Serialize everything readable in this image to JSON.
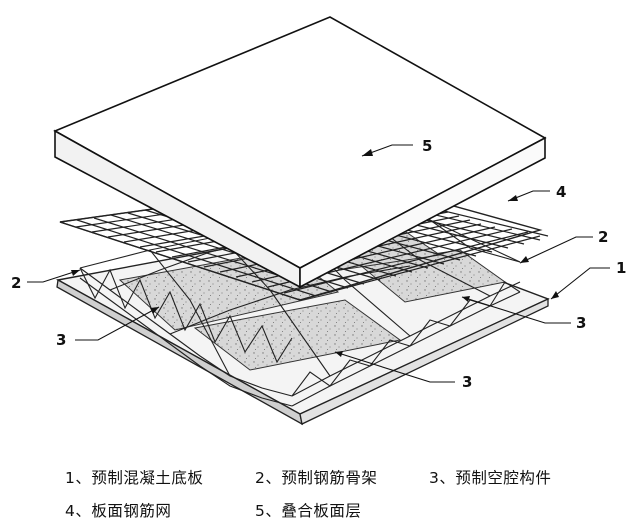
{
  "callouts": {
    "n1": "1",
    "n2_left": "2",
    "n2_right": "2",
    "n3_left": "3",
    "n3_right": "3",
    "n3_bottom": "3",
    "n4": "4",
    "n5": "5"
  },
  "legend": {
    "row1": [
      "1、预制混凝土底板",
      "2、预制钢筋骨架",
      "3、预制空腔构件"
    ],
    "row2": [
      "4、板面钢筋网",
      "5、叠合板面层"
    ]
  }
}
